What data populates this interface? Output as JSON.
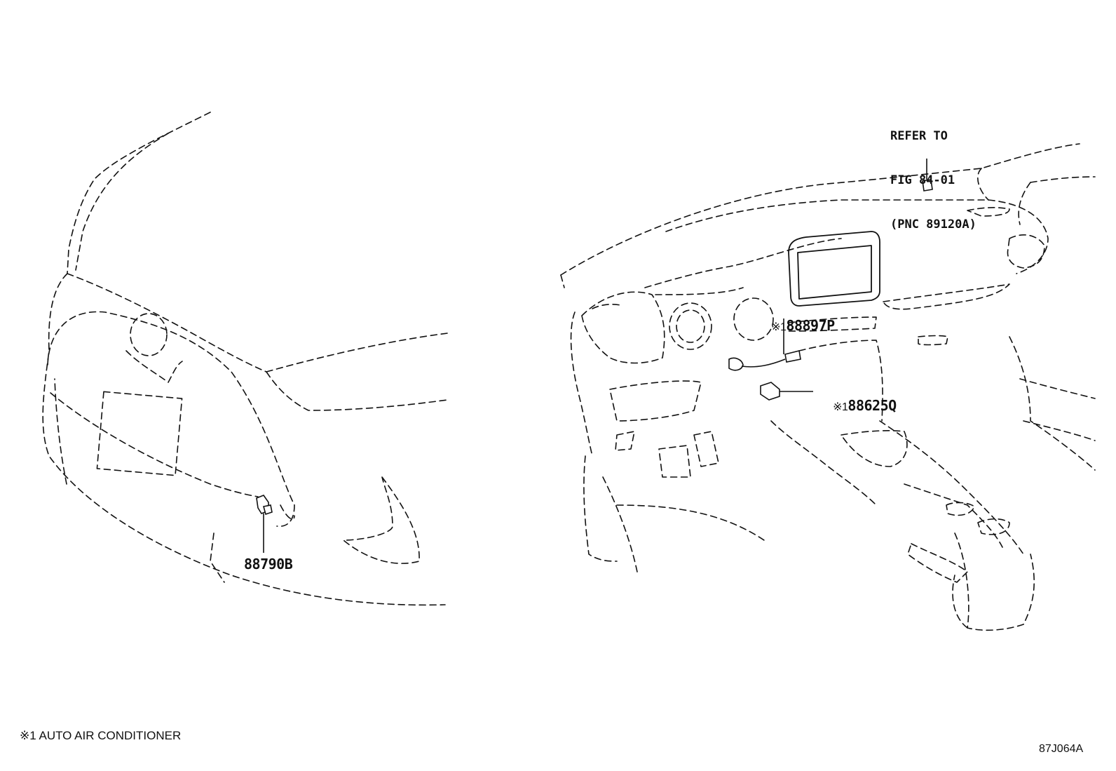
{
  "reference_note": {
    "line1": "REFER TO",
    "line2": "FIG 84-01",
    "line3": "(PNC 89120A)"
  },
  "callouts": {
    "left_sensor": "88790B",
    "dash_sensor_upper_marker": "※1",
    "dash_sensor_upper": "88897P",
    "dash_sensor_lower_marker": "※1",
    "dash_sensor_lower": "88625Q"
  },
  "footnote": "※1 AUTO AIR CONDITIONER",
  "figure_code": "87J064A"
}
